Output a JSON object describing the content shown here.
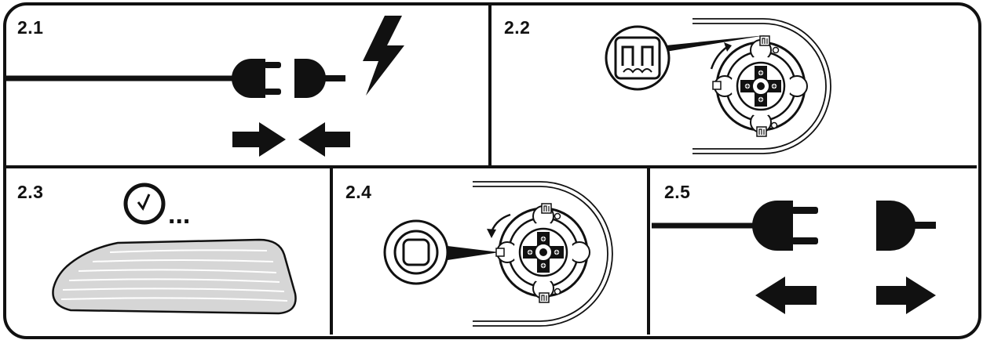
{
  "panels": [
    {
      "label": "2.1",
      "step": "plug-in-mains"
    },
    {
      "label": "2.2",
      "step": "set-dial-to-heat-symbol"
    },
    {
      "label": "2.3",
      "step": "wait-and-let-cool"
    },
    {
      "label": "2.4",
      "step": "set-dial-to-off"
    },
    {
      "label": "2.5",
      "step": "unplug-mains"
    }
  ],
  "timer_dots": "...",
  "colors": {
    "ink": "#111111",
    "pad_fill": "#d6d6d6",
    "background": "#ffffff"
  },
  "icons": [
    "plug-icon",
    "socket-icon",
    "lightning-icon",
    "arrow-right-icon",
    "arrow-left-icon",
    "dial-knob-icon",
    "heat-symbol-icon",
    "off-symbol-icon",
    "clock-icon",
    "heating-pad-icon"
  ]
}
